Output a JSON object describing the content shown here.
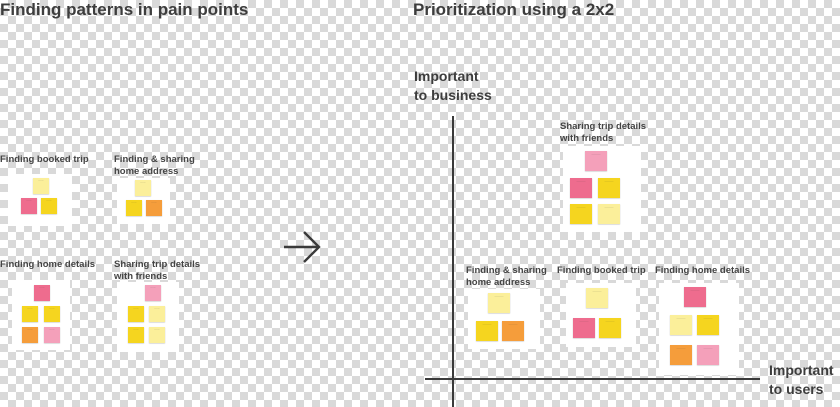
{
  "left": {
    "title": "Finding patterns in pain points",
    "clusters": [
      {
        "label": "Finding booked trip"
      },
      {
        "label": "Finding & sharing\nhome address"
      },
      {
        "label": "Finding home details"
      },
      {
        "label": "Sharing trip details\nwith friends"
      }
    ]
  },
  "right": {
    "title": "Prioritization using a 2x2",
    "y_axis_label": "Important\nto business",
    "x_axis_label": "Important\nto users",
    "clusters": [
      {
        "label": "Sharing trip details\nwith friends"
      },
      {
        "label": "Finding & sharing\nhome address"
      },
      {
        "label": "Finding booked trip"
      },
      {
        "label": "Finding home details"
      }
    ]
  },
  "arrow": {
    "icon": "right-arrow-icon"
  },
  "note_colors": {
    "yellow": "#f5d51f",
    "light_yellow": "#fbef9a",
    "orange": "#f59d3b",
    "pink": "#ee6c8e",
    "light_pink": "#f4a0ba"
  }
}
